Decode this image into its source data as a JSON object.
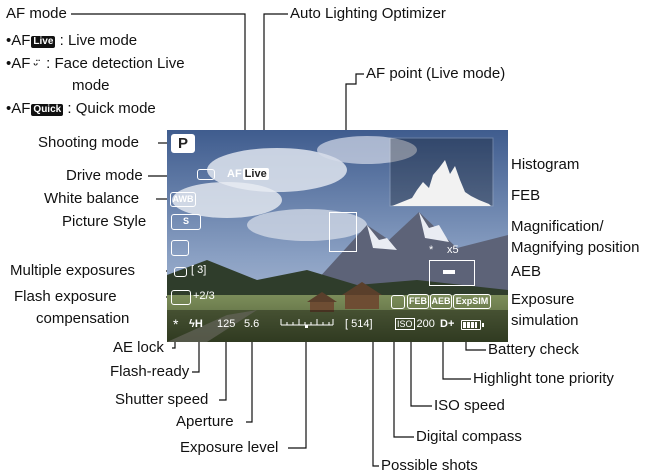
{
  "labels": {
    "af_mode": "AF mode",
    "af_live_prefix": "•AF",
    "af_live_tag": "Live",
    "af_live_desc": ": Live mode",
    "af_face_prefix": "•AF",
    "af_face_icon": "ᵕ̈",
    "af_face_desc1": ": Face detection Live",
    "af_face_desc2": "mode",
    "af_quick_prefix": "•AF",
    "af_quick_tag": "Quick",
    "af_quick_desc": ": Quick mode",
    "auto_lighting": "Auto Lighting Optimizer",
    "af_point": "AF point (Live mode)",
    "shooting_mode": "Shooting mode",
    "drive_mode": "Drive mode",
    "white_balance": "White balance",
    "picture_style": "Picture Style",
    "multiple_exposures": "Multiple exposures",
    "flash_comp1": "Flash exposure",
    "flash_comp2": "compensation",
    "histogram": "Histogram",
    "feb": "FEB",
    "magnification1": "Magnification/",
    "magnification2": "Magnifying position",
    "aeb": "AEB",
    "exposure_sim1": "Exposure",
    "exposure_sim2": "simulation",
    "ae_lock": "AE lock",
    "flash_ready": "Flash-ready",
    "shutter_speed": "Shutter speed",
    "aperture": "Aperture",
    "exposure_level": "Exposure level",
    "battery_check": "Battery check",
    "highlight_tone": "Highlight tone priority",
    "iso_speed": "ISO speed",
    "digital_compass": "Digital compass",
    "possible_shots": "Possible shots"
  },
  "screen": {
    "mode": "P",
    "af_prefix": "AF",
    "af_tag": "Live",
    "wb": "AWB",
    "picture_style": "S",
    "flash_comp": "+2/3",
    "multi_exp": "[ 3]",
    "magnify": "x5",
    "shutter": "125",
    "aperture": "5.6",
    "shots": "[ 514]",
    "iso_label": "ISO",
    "iso_value": "200",
    "d_plus": "D+",
    "feb": "FEB",
    "aeb": "AEB",
    "expsim": "ExpSIM",
    "ae_lock": "*",
    "flash": "ϟH"
  }
}
